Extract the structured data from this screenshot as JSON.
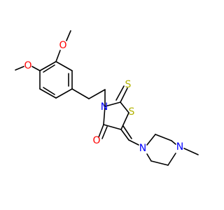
{
  "molecule": {
    "colors": {
      "bond": "#000000",
      "O": "#ff0000",
      "N": "#0000ff",
      "S": "#b2b200"
    },
    "atoms": {
      "o_methoxy_top": "O",
      "o_methoxy_left": "O",
      "n_ring": "N",
      "s_ring": "S",
      "s_thione": "S",
      "o_carbonyl": "O",
      "n_piperazine_1": "N",
      "n_piperazine_4": "N"
    }
  }
}
